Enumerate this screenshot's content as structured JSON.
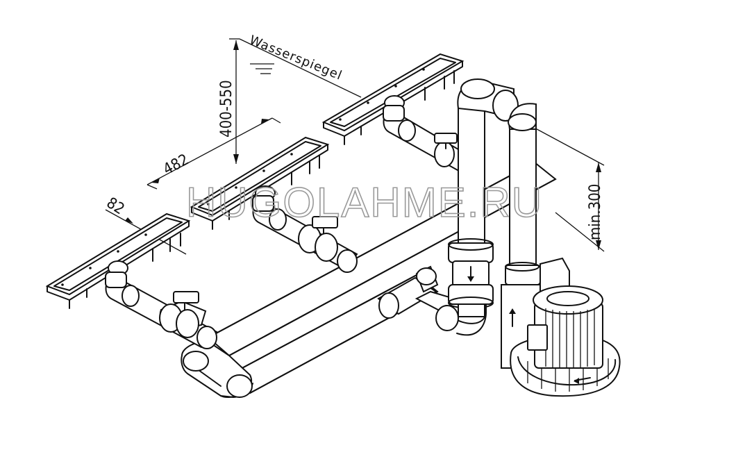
{
  "labels": {
    "water_level": "Wasserspiegel",
    "dim_height": "400-550",
    "dim_spacing": "482",
    "dim_width": "82",
    "dim_min": "min.300"
  },
  "watermark": "HUGOLAHME.RU",
  "colors": {
    "line": "#111111",
    "background": "#ffffff",
    "watermark": "#999999"
  }
}
